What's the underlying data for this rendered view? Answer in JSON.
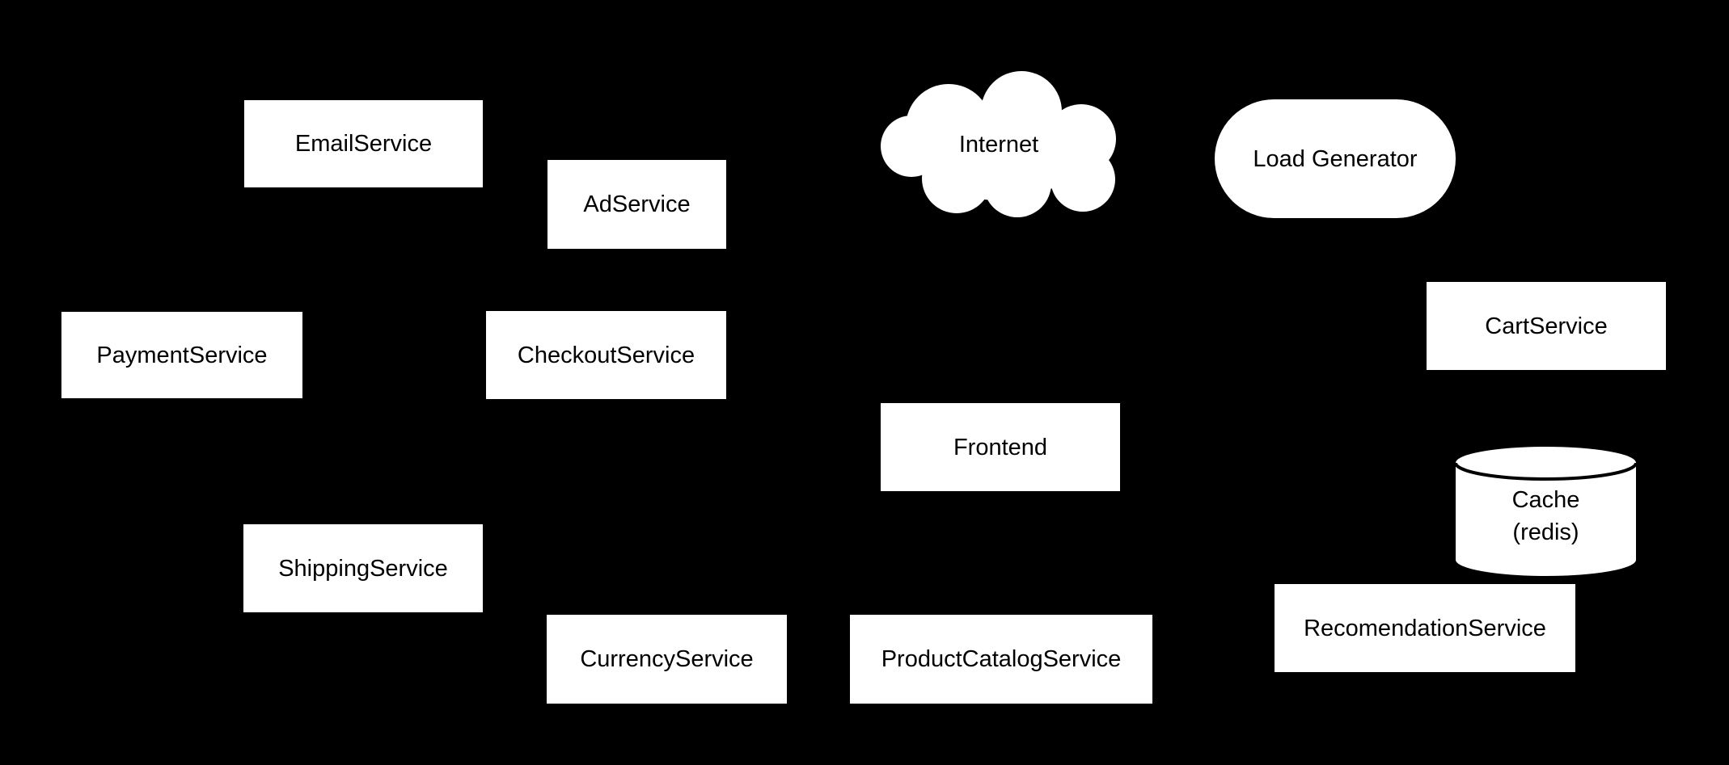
{
  "diagram": {
    "title": "microservices architecture diagram",
    "colors": {
      "background": "#000000",
      "node_fill": "#ffffff",
      "node_text": "#000000",
      "shape_outline": "#000000"
    },
    "nodes": {
      "email_service": {
        "label": "EmailService",
        "shape": "rectangle"
      },
      "ad_service": {
        "label": "AdService",
        "shape": "rectangle"
      },
      "internet": {
        "label": "Internet",
        "shape": "cloud"
      },
      "load_generator": {
        "label": "Load Generator",
        "shape": "rounded-pill"
      },
      "payment_service": {
        "label": "PaymentService",
        "shape": "rectangle"
      },
      "checkout_service": {
        "label": "CheckoutService",
        "shape": "rectangle"
      },
      "cart_service": {
        "label": "CartService",
        "shape": "rectangle"
      },
      "frontend": {
        "label": "Frontend",
        "shape": "rectangle"
      },
      "cache_redis": {
        "label": "Cache\n(redis)",
        "shape": "cylinder"
      },
      "shipping_service": {
        "label": "ShippingService",
        "shape": "rectangle"
      },
      "currency_service": {
        "label": "CurrencyService",
        "shape": "rectangle"
      },
      "product_catalog_service": {
        "label": "ProductCatalogService",
        "shape": "rectangle"
      },
      "recomendation_service": {
        "label": "RecomendationService",
        "shape": "rectangle"
      }
    }
  }
}
